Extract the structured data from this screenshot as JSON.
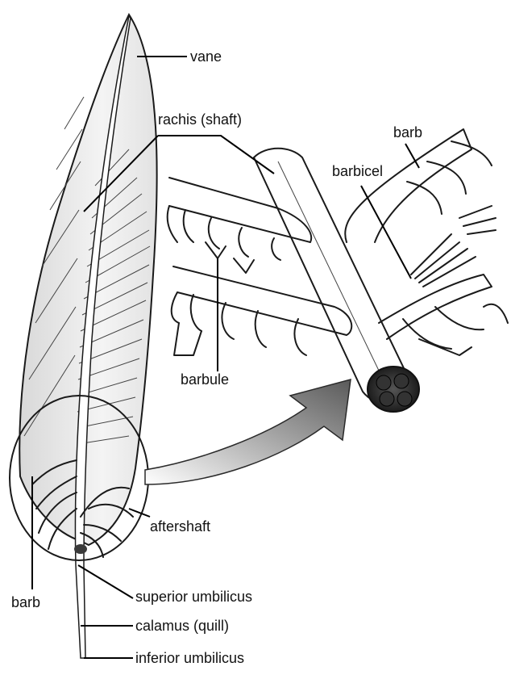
{
  "labels": {
    "vane": "vane",
    "rachis": "rachis (shaft)",
    "barb_top": "barb",
    "barbicel": "barbicel",
    "barbule": "barbule",
    "aftershaft": "aftershaft",
    "barb_left": "barb",
    "superior_umbilicus": "superior umbilicus",
    "calamus": "calamus (quill)",
    "inferior_umbilicus": "inferior umbilicus"
  },
  "colors": {
    "ink": "#1a1a1a",
    "arrow_dark": "#5a5a5a",
    "arrow_light": "#ffffff",
    "shading": "#bdbdbd"
  }
}
